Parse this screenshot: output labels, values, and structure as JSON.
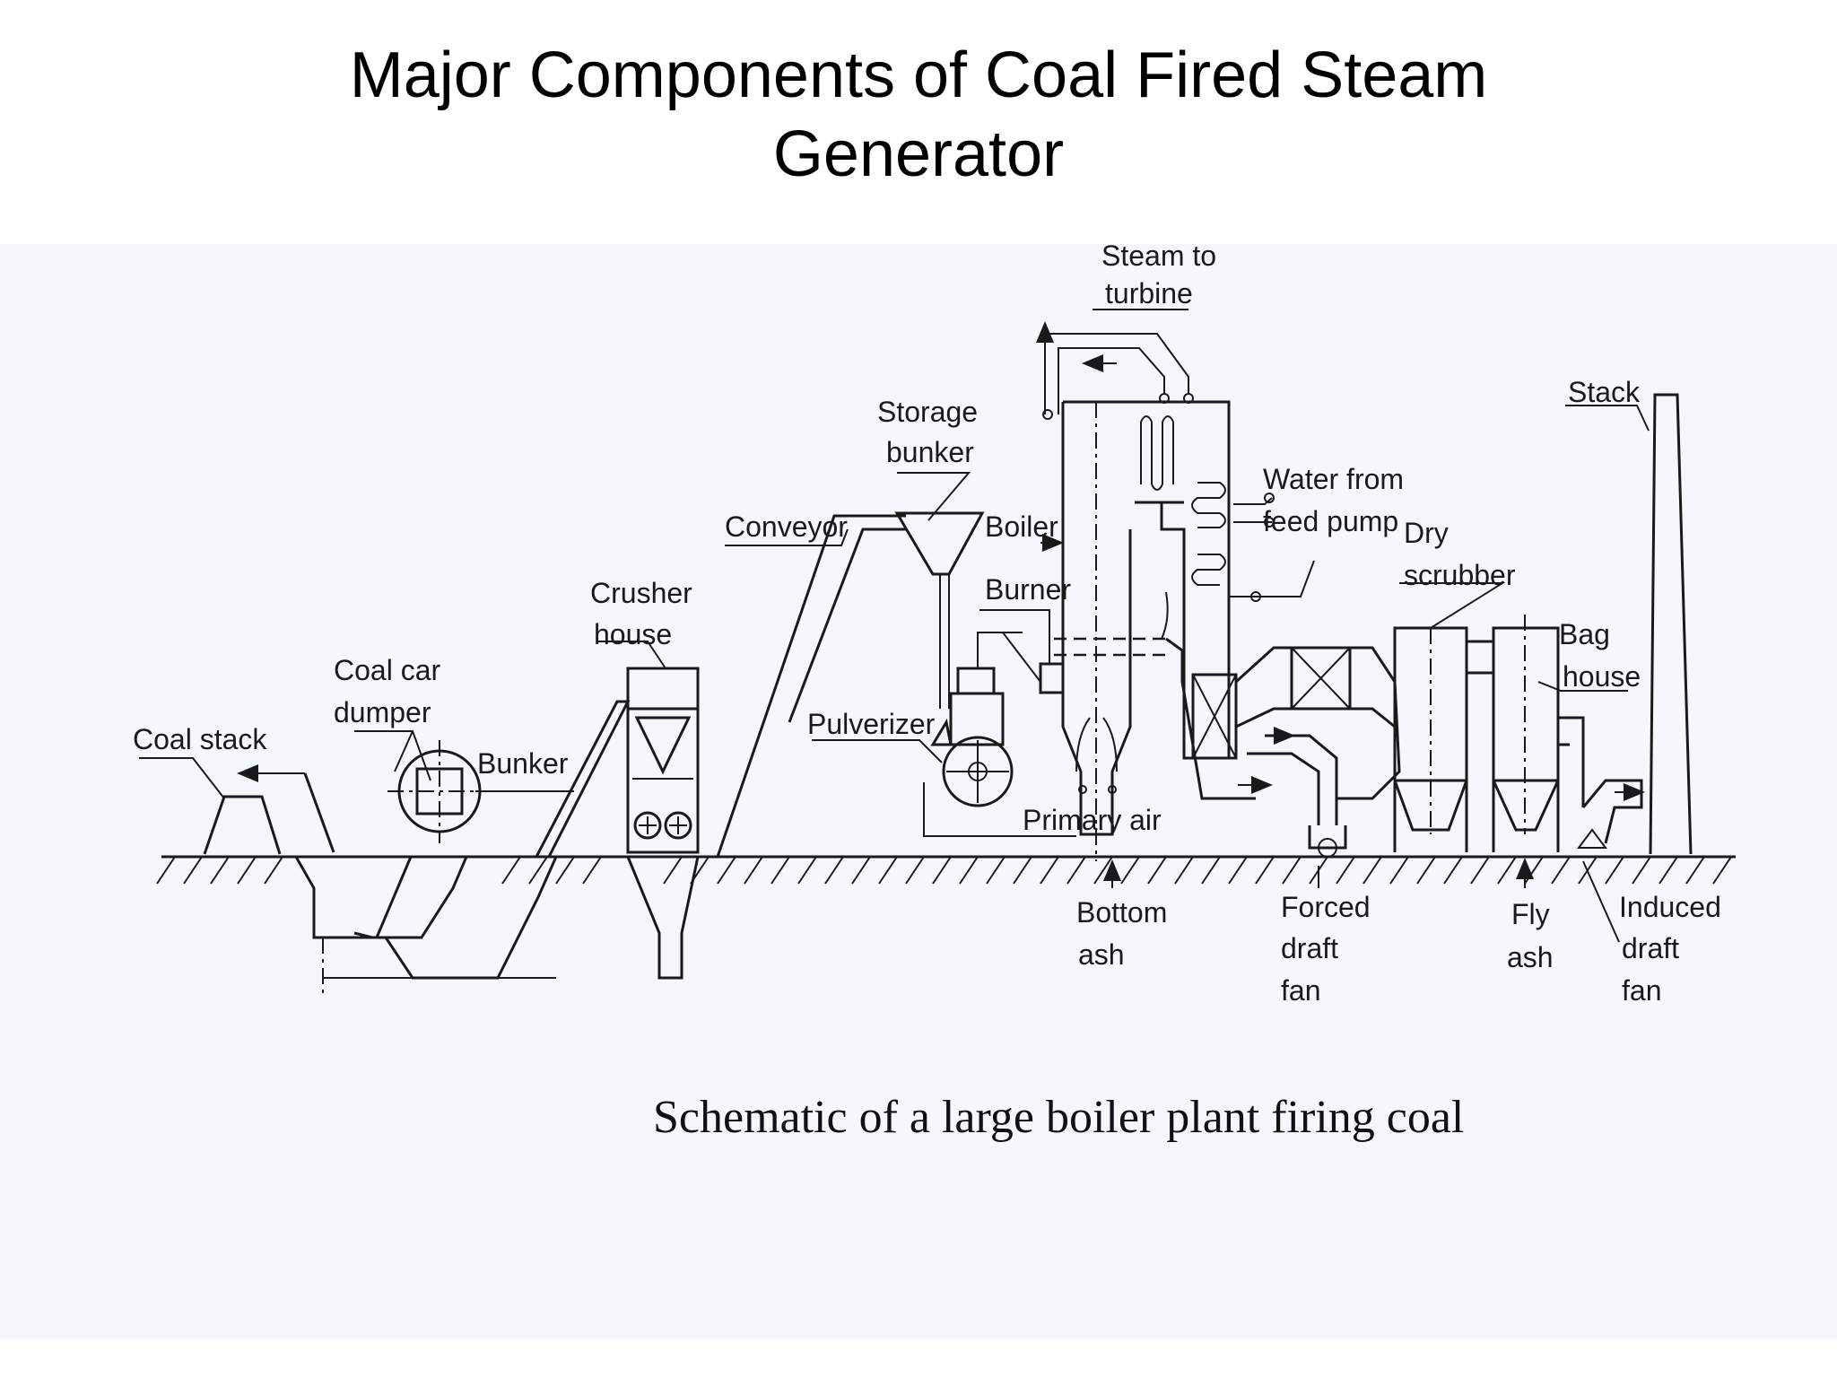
{
  "title": {
    "line1": "Major Components of Coal Fired Steam",
    "line2": "Generator"
  },
  "diagram": {
    "labels": {
      "steam_to_1": "Steam to",
      "steam_to_2": "turbine",
      "storage_1": "Storage",
      "storage_2": "bunker",
      "stack": "Stack",
      "water_1": "Water from",
      "water_2": "feed pump",
      "conveyor": "Conveyor",
      "boiler": "Boiler",
      "dry_1": "Dry",
      "dry_2": "scrubber",
      "burner": "Burner",
      "crusher_1": "Crusher",
      "crusher_2": "house",
      "bag_1": "Bag",
      "bag_2": "house",
      "coalcar_1": "Coal car",
      "coalcar_2": "dumper",
      "pulverizer": "Pulverizer",
      "coal_stack": "Coal stack",
      "bunker": "Bunker",
      "primary_air": "Primary air",
      "bottom_1": "Bottom",
      "bottom_2": "ash",
      "forced_1": "Forced",
      "forced_2": "draft",
      "forced_3": "fan",
      "fly_1": "Fly",
      "fly_2": "ash",
      "induced_1": "Induced",
      "induced_2": "draft",
      "induced_3": "fan"
    },
    "caption": "Schematic of a large boiler plant firing coal"
  }
}
